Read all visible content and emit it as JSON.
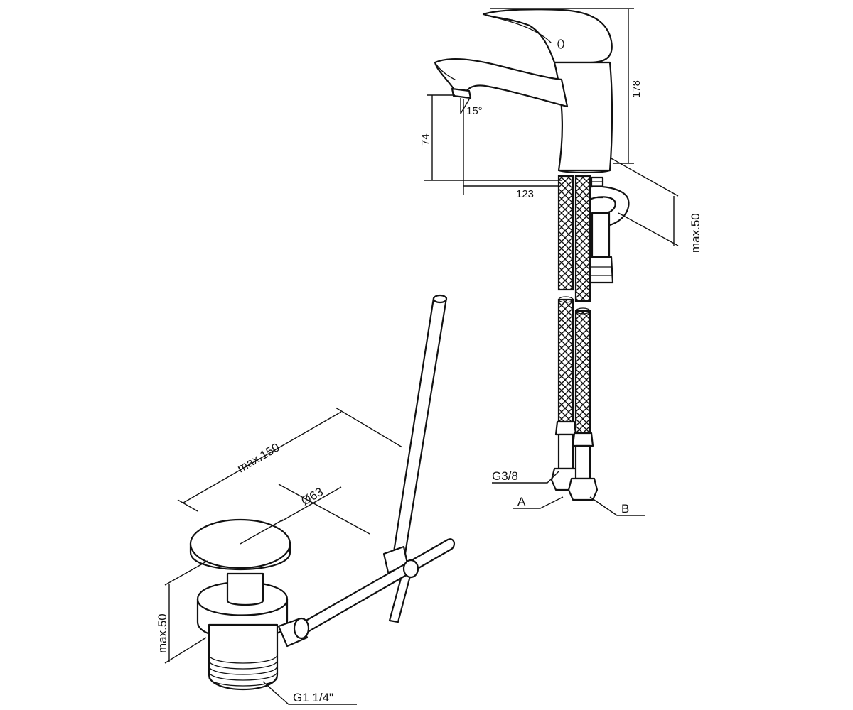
{
  "faucet": {
    "dim_height_total": "178",
    "dim_spout_height": "74",
    "dim_spout_reach": "123",
    "dim_spout_angle": "15°",
    "dim_mount_thickness": "max.50"
  },
  "hoses": {
    "thread_label": "G3/8",
    "hose_a_label": "A",
    "hose_b_label": "B"
  },
  "drain": {
    "dim_rod_length": "max.150",
    "dim_plug_diameter": "Ø63",
    "dim_body_height": "max.50",
    "thread_label": "G1 1/4\""
  }
}
